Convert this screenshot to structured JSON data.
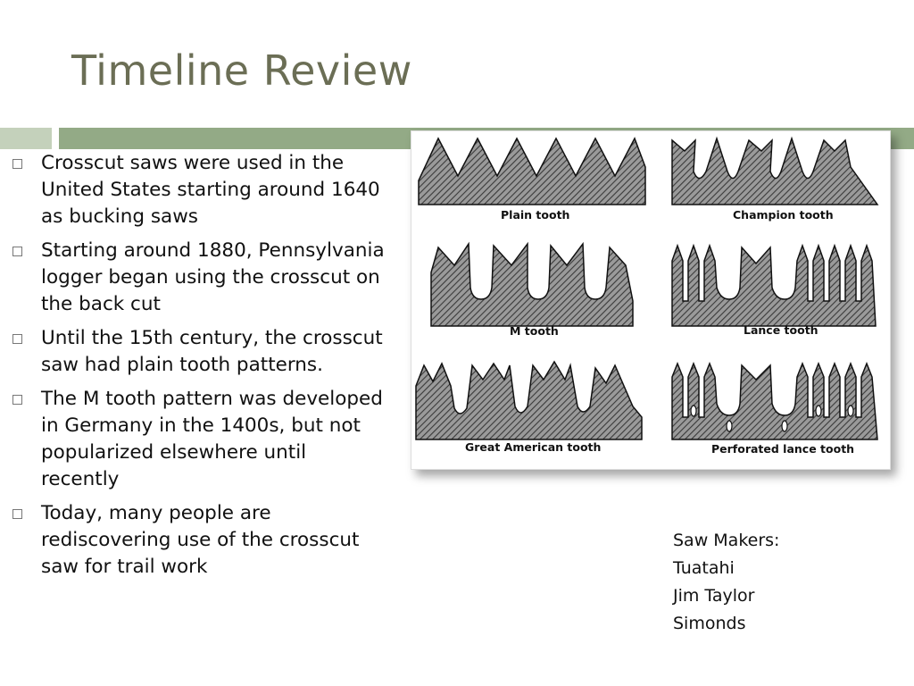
{
  "slide": {
    "title": "Timeline Review",
    "bullets": [
      "Crosscut saws were used in the United States starting around 1640  as bucking saws",
      "Starting around 1880, Pennsylvania logger began using the crosscut on the back cut",
      "Until the 15th century, the crosscut saw had plain tooth patterns.",
      "The M tooth pattern was developed in Germany in the 1400s, but not popularized elsewhere until recently",
      "Today, many people are rediscovering use of the crosscut saw for trail work"
    ],
    "figure": {
      "captions": {
        "plain": "Plain tooth",
        "champion": "Champion tooth",
        "m": "M tooth",
        "lance": "Lance tooth",
        "great_american": "Great American tooth",
        "perforated_lance": "Perforated lance tooth"
      }
    },
    "makers": {
      "heading": "Saw Makers:",
      "names": [
        "Tuatahi",
        "Jim Taylor",
        "Simonds"
      ]
    },
    "colors": {
      "title": "#6b6e55",
      "bar_main": "#93aa86",
      "bar_left": "#c4d1bb"
    }
  }
}
